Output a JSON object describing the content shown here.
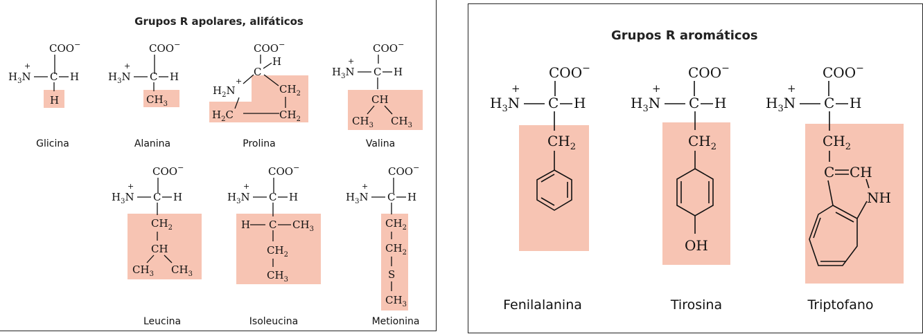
{
  "aliphatic": {
    "title": "Grupos R apolares, alifáticos",
    "names": {
      "gly": "Glicina",
      "ala": "Alanina",
      "pro": "Prolina",
      "val": "Valina",
      "leu": "Leucina",
      "ile": "Isoleucina",
      "met": "Metionina"
    }
  },
  "aromatic": {
    "title": "Grupos R aromáticos",
    "names": {
      "phe": "Fenilalanina",
      "tyr": "Tirosina",
      "trp": "Triptofano"
    }
  },
  "colors": {
    "highlight": "#f7c4b3",
    "border": "#222222"
  }
}
